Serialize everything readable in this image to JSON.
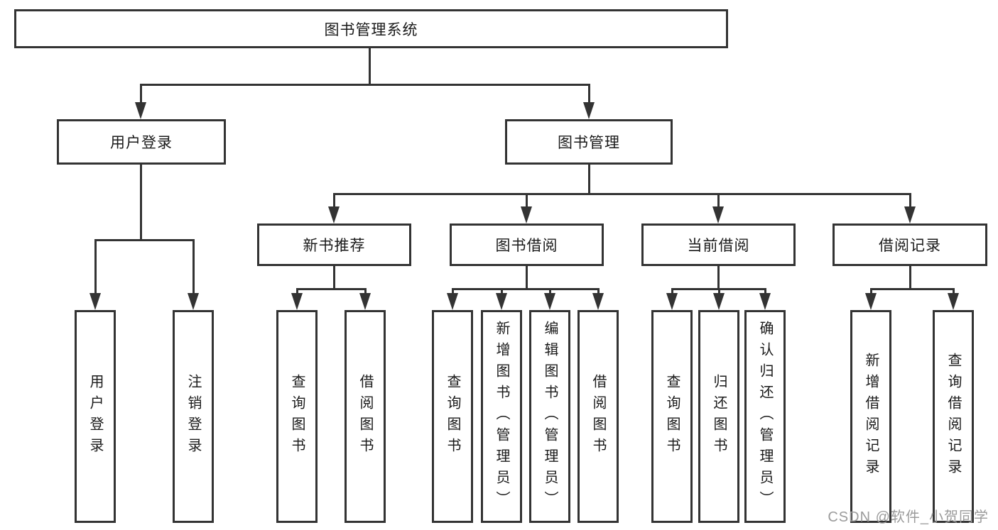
{
  "tree": {
    "root": {
      "label": "图书管理系统"
    },
    "level2": [
      {
        "label": "用户登录"
      },
      {
        "label": "图书管理"
      }
    ],
    "level3": [
      {
        "label": "新书推荐"
      },
      {
        "label": "图书借阅"
      },
      {
        "label": "当前借阅"
      },
      {
        "label": "借阅记录"
      }
    ],
    "leaves": {
      "user": [
        {
          "label": "用户登录"
        },
        {
          "label": "注销登录"
        }
      ],
      "newbook": [
        {
          "label": "查询图书"
        },
        {
          "label": "借阅图书"
        }
      ],
      "borrow": [
        {
          "label": "查询图书"
        },
        {
          "label": "新增图书（管理员）"
        },
        {
          "label": "编辑图书（管理员）"
        },
        {
          "label": "借阅图书"
        }
      ],
      "current": [
        {
          "label": "查询图书"
        },
        {
          "label": "归还图书"
        },
        {
          "label": "确认归还（管理员）"
        }
      ],
      "records": [
        {
          "label": "新增借阅记录"
        },
        {
          "label": "查询借阅记录"
        }
      ]
    }
  },
  "watermark": {
    "text": "CSDN @软件_小贺同学"
  },
  "colors": {
    "line": "#333333",
    "background": "#ffffff",
    "text": "#1a1a1a",
    "watermark": "#9b9b9b"
  }
}
